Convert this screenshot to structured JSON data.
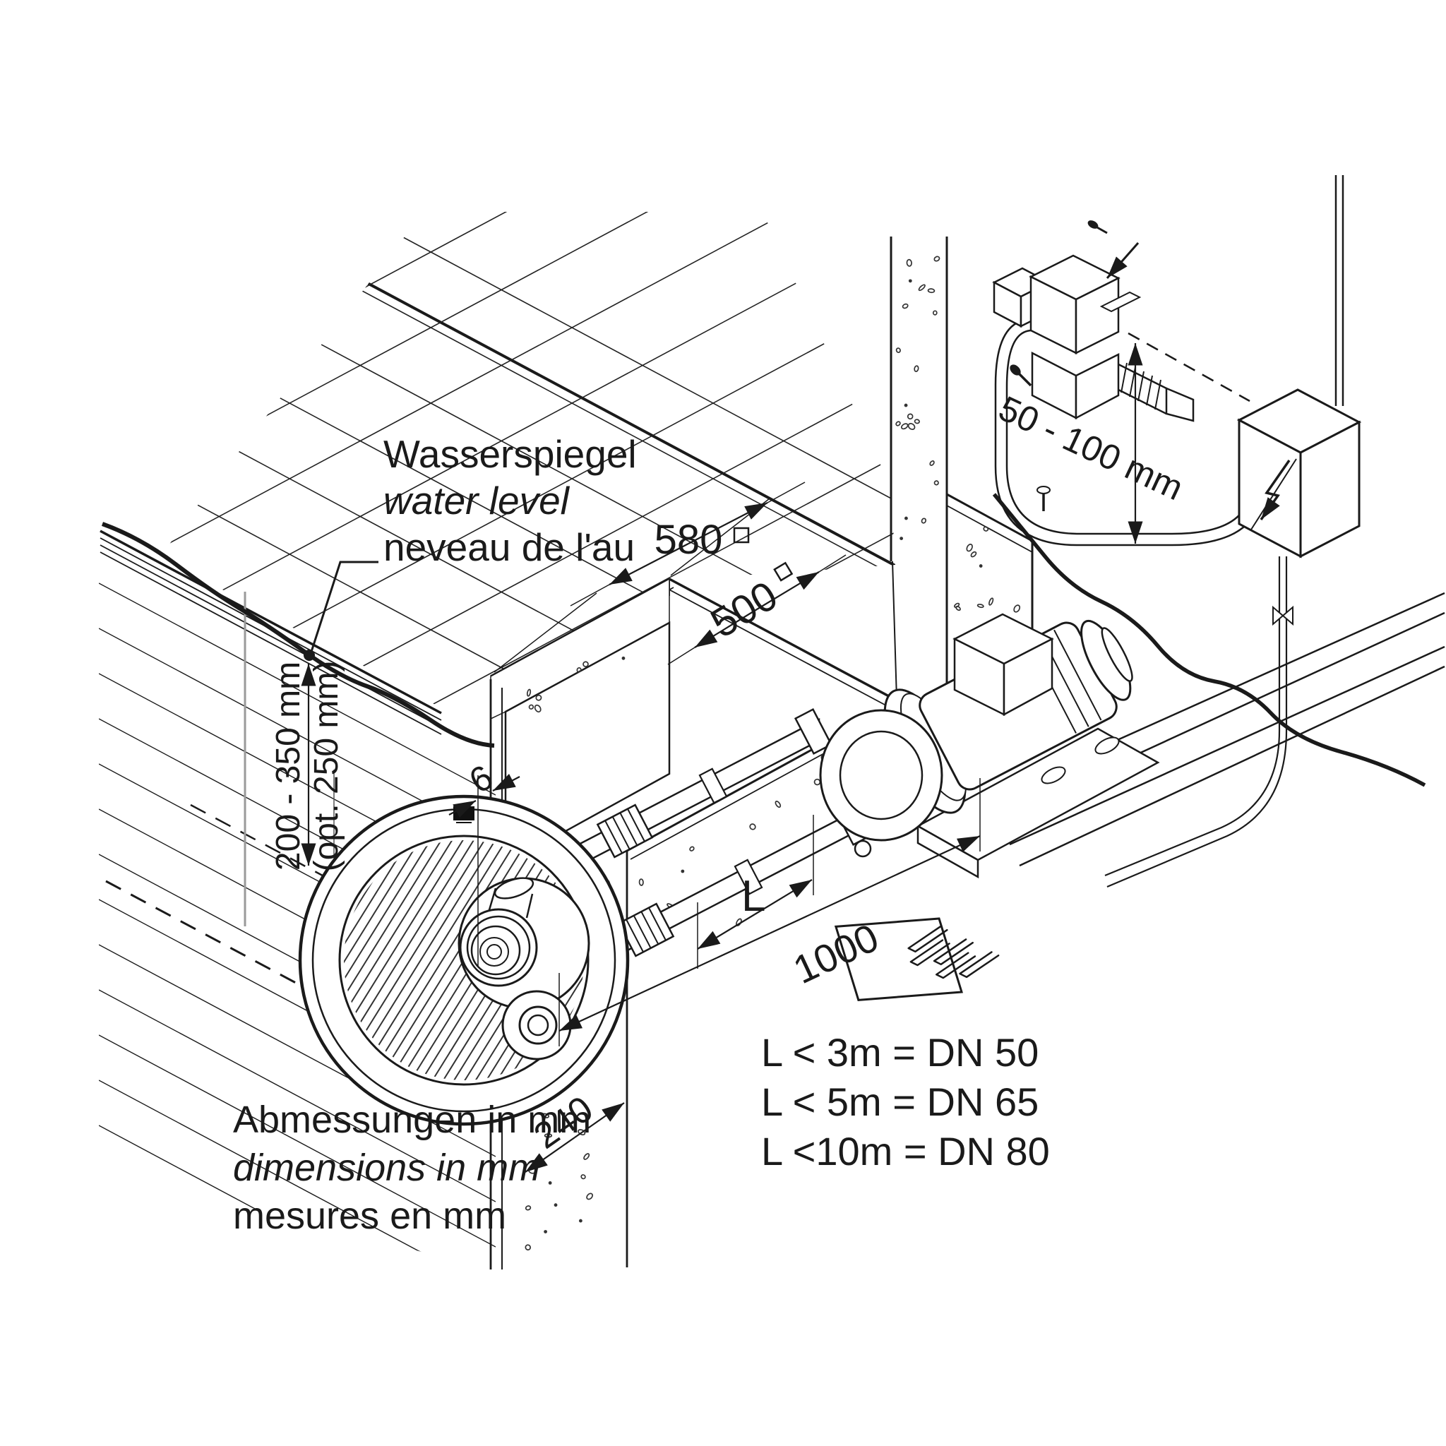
{
  "diagram": {
    "kind": "pool counter-current unit installation drawing",
    "water_level_label": {
      "de": "Wasserspiegel",
      "en": "water level",
      "fr": "neveau de l'au"
    },
    "units_note": {
      "de": "Abmessungen in mm",
      "en": "dimensions in mm",
      "fr": "mesures en mm"
    },
    "pipe_sizing_table": [
      "L <  3m = DN 50",
      "L <  5m = DN 65",
      "L <10m = DN 80"
    ],
    "dimensions": {
      "deck_opening": "580",
      "wall_opening": "500",
      "square_symbol": "□",
      "valve_height_range": "50 - 100 mm",
      "water_depth_range": "200 - 350 mm",
      "water_depth_optional": "(opt. 250 mm)",
      "faceplate_gap": "6",
      "pipe_run_length": "L",
      "pump_distance": "1000",
      "wall_thickness": "240"
    },
    "colors": {
      "ink": "#1a1a1a",
      "background": "#ffffff",
      "reference_line": "#9a9a9a"
    }
  }
}
